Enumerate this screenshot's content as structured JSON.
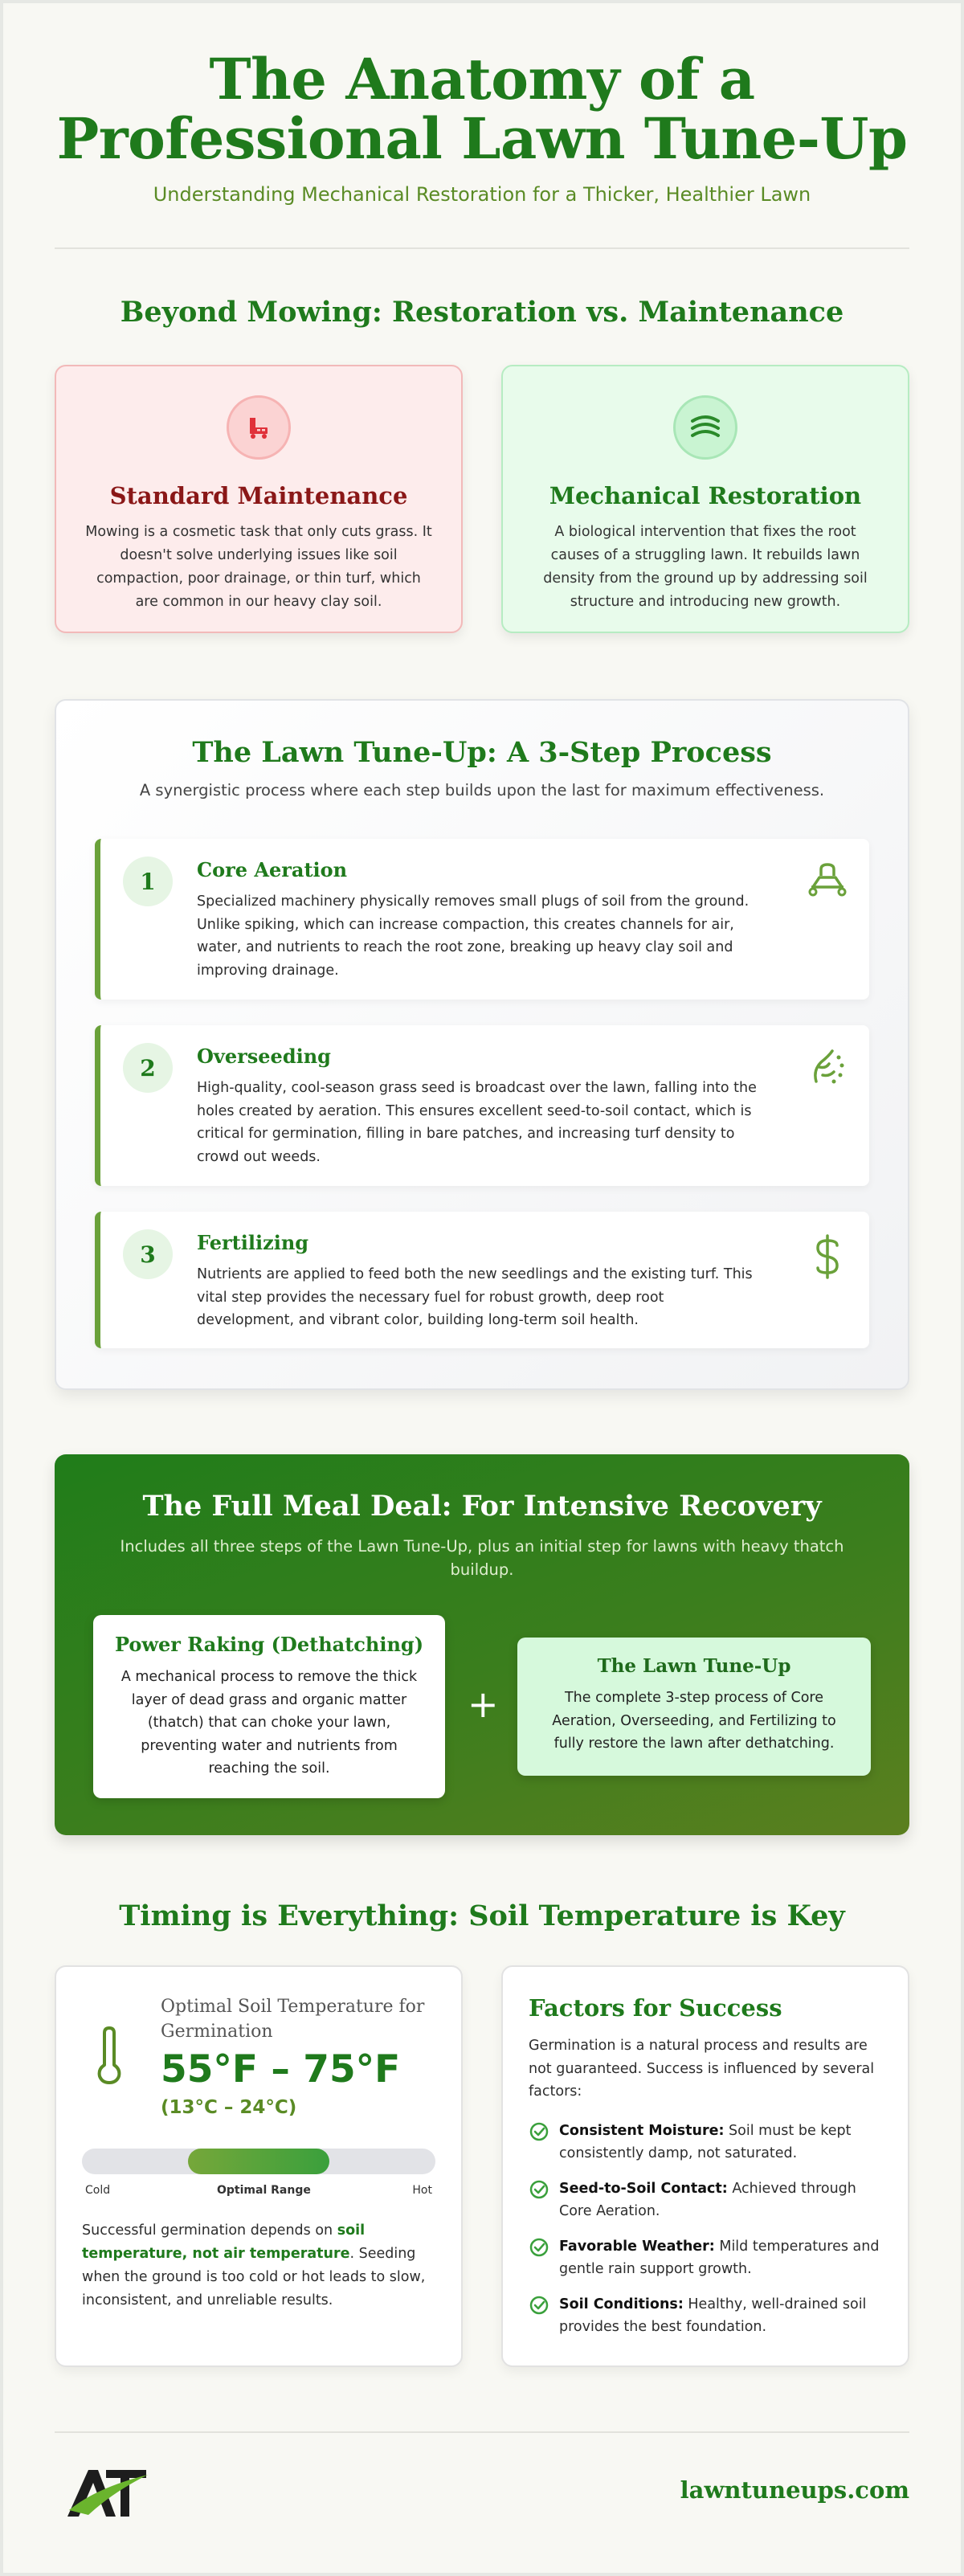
{
  "header": {
    "title_line1": "The Anatomy of a",
    "title_line2": "Professional Lawn Tune-Up",
    "subtitle": "Understanding Mechanical Restoration for a Thicker, Healthier Lawn"
  },
  "comparison": {
    "title": "Beyond Mowing: Restoration vs. Maintenance",
    "cards": [
      {
        "icon": "lawnmower-icon",
        "title": "Standard Maintenance",
        "text": "Mowing is a cosmetic task that only cuts grass. It doesn't solve underlying issues like soil compaction, poor drainage, or thin turf, which are common in our heavy clay soil."
      },
      {
        "icon": "grass-layers-icon",
        "title": "Mechanical Restoration",
        "text": "A biological intervention that fixes the root causes of a struggling lawn. It rebuilds lawn density from the ground up by addressing soil structure and introducing new growth."
      }
    ]
  },
  "process": {
    "title": "The Lawn Tune-Up: A 3-Step Process",
    "lead": "A synergistic process where each step builds upon the last for maximum effectiveness.",
    "steps": [
      {
        "number": "1",
        "title": "Core Aeration",
        "text": "Specialized machinery physically removes small plugs of soil from the ground. Unlike spiking, which can increase compaction, this creates channels for air, water, and nutrients to reach the root zone, breaking up heavy clay soil and improving drainage.",
        "icon": "aerator-icon"
      },
      {
        "number": "2",
        "title": "Overseeding",
        "text": "High-quality, cool-season grass seed is broadcast over the lawn, falling into the holes created by aeration. This ensures excellent seed-to-soil contact, which is critical for germination, filling in bare patches, and increasing turf density to crowd out weeds.",
        "icon": "seed-icon"
      },
      {
        "number": "3",
        "title": "Fertilizing",
        "text": "Nutrients are applied to feed both the new seedlings and the existing turf. This vital step provides the necessary fuel for robust growth, deep root development, and vibrant color, building long-term soil health.",
        "icon": "dollar-icon"
      }
    ]
  },
  "meal_deal": {
    "title": "The Full Meal Deal: For Intensive Recovery",
    "lead": "Includes all three steps of the Lawn Tune-Up, plus an initial step for lawns with heavy thatch buildup.",
    "box1_title": "Power Raking (Dethatching)",
    "box1_text": "A mechanical process to remove the thick layer of dead grass and organic matter (thatch) that can choke your lawn, preventing water and nutrients from reaching the soil.",
    "plus": "+",
    "box2_title": "The Lawn Tune-Up",
    "box2_text": "The complete 3-step process of Core Aeration, Overseeding, and Fertilizing to fully restore the lawn after dethatching."
  },
  "timing": {
    "title": "Timing is Everything: Soil Temperature is Key",
    "temp_heading": "Optimal Soil Temperature for Germination",
    "temp_f": "55°F – 75°F",
    "temp_c": "(13°C – 24°C)",
    "range_start": 0.3,
    "range_end": 0.7,
    "label_cold": "Cold",
    "label_optimal": "Optimal Range",
    "label_hot": "Hot",
    "text_before": "Successful germination depends on ",
    "text_bold": "soil temperature, not air temperature",
    "text_after": ". Seeding when the ground is too cold or hot leads to slow, inconsistent, and unreliable results."
  },
  "factors": {
    "title": "Factors for Success",
    "lead": "Germination is a natural process and results are not guaranteed. Success is influenced by several factors:",
    "items": [
      {
        "label": "Consistent Moisture:",
        "text": " Soil must be kept consistently damp, not saturated."
      },
      {
        "label": "Seed-to-Soil Contact:",
        "text": " Achieved through Core Aeration."
      },
      {
        "label": "Favorable Weather:",
        "text": " Mild temperatures and gentle rain support growth."
      },
      {
        "label": "Soil Conditions:",
        "text": " Healthy, well-drained soil provides the best foundation."
      }
    ]
  },
  "footer": {
    "logo_text": "AT",
    "website": "lawntuneups.com"
  },
  "colors": {
    "brand_green": "#1f7a1c",
    "accent_green": "#5a8b25",
    "maintenance_red": "#8a1717"
  }
}
